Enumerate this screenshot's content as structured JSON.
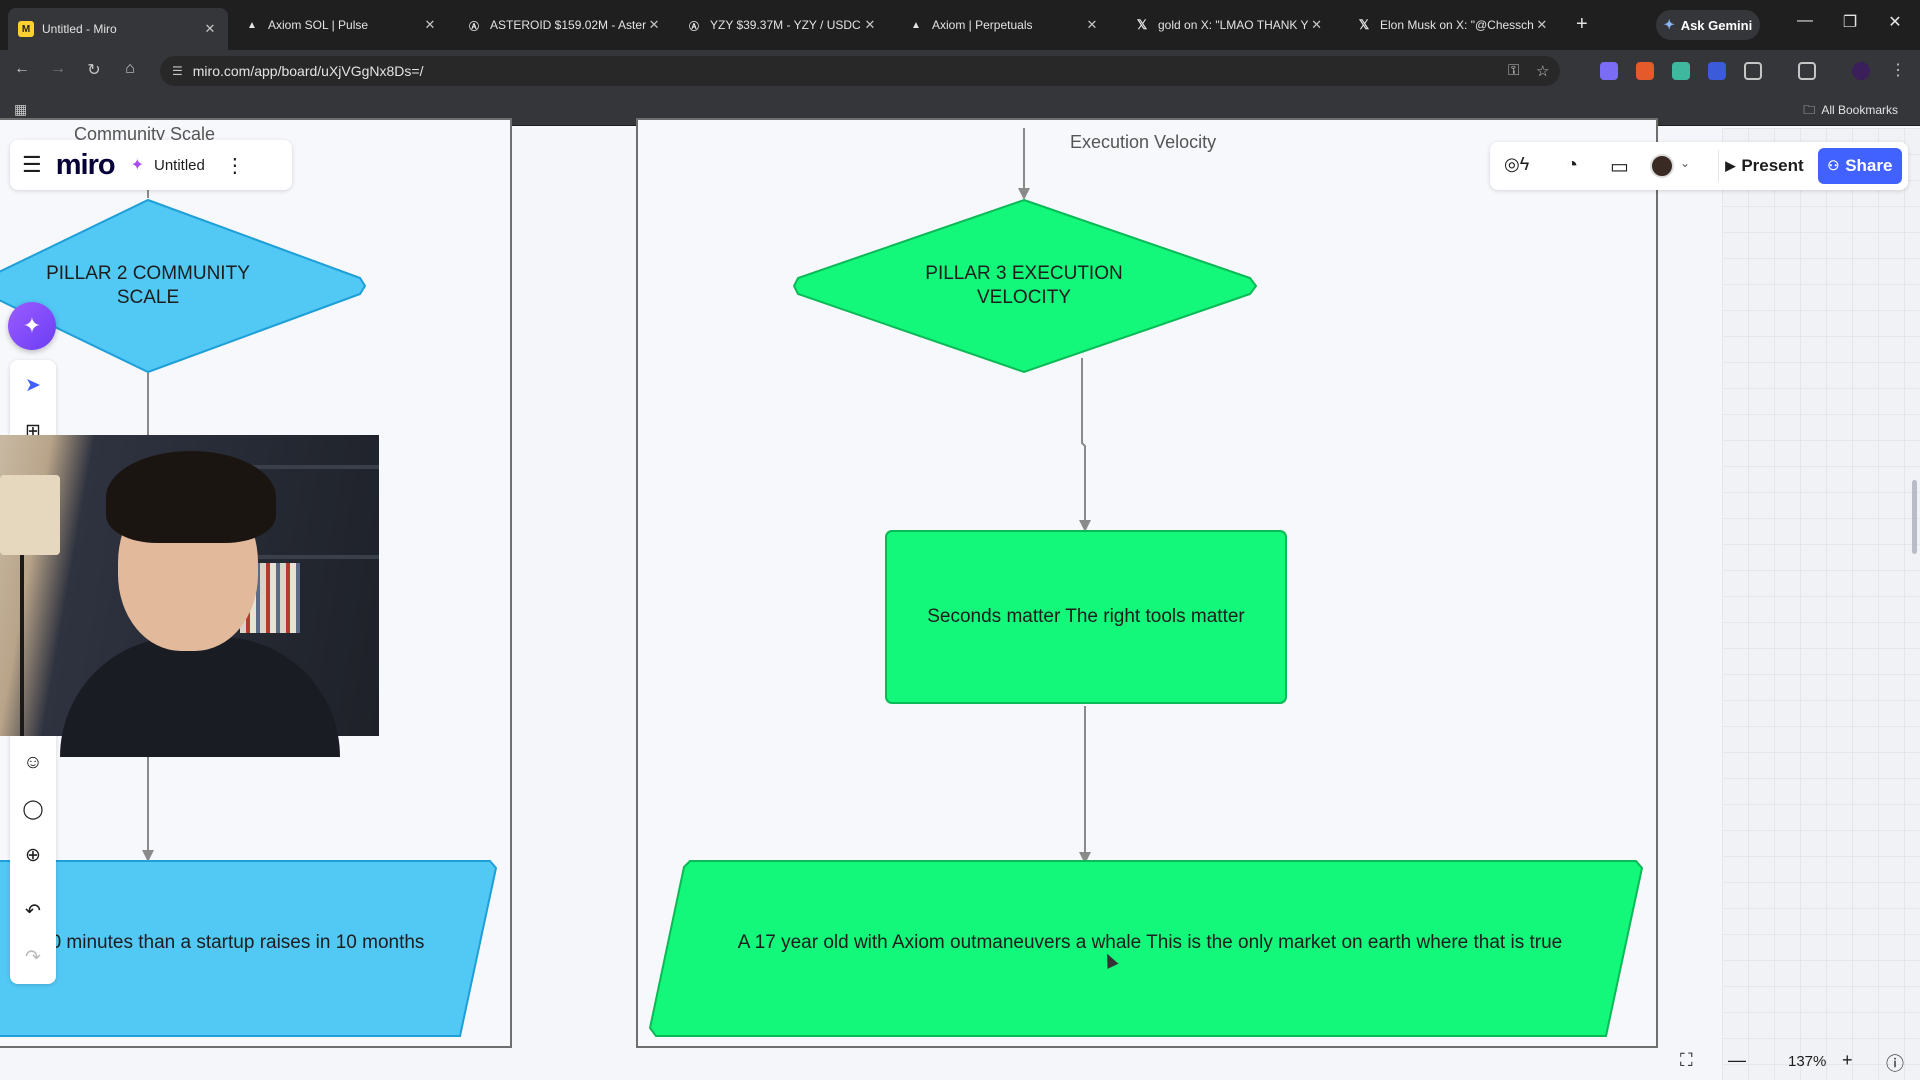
{
  "browser": {
    "tabs": [
      {
        "title": "Untitled - Miro",
        "active": true,
        "favicon": "miro-icon",
        "color": "#ffd02f"
      },
      {
        "title": "Axiom SOL | Pulse",
        "active": false,
        "favicon": "axiom-icon",
        "color": "#e3e3e3"
      },
      {
        "title": "ASTEROID $159.02M - Aster",
        "active": false,
        "favicon": "axiom-icon",
        "color": "#e3e3e3"
      },
      {
        "title": "YZY $39.37M - YZY / USDC",
        "active": false,
        "favicon": "axiom-icon",
        "color": "#e3e3e3"
      },
      {
        "title": "Axiom | Perpetuals",
        "active": false,
        "favicon": "axiom-icon",
        "color": "#e3e3e3"
      },
      {
        "title": "gold on X: \"LMAO THANK Y",
        "active": false,
        "favicon": "x-icon",
        "color": "#e3e3e3"
      },
      {
        "title": "Elon Musk on X: \"@Chessch",
        "active": false,
        "favicon": "x-icon",
        "color": "#e3e3e3"
      }
    ],
    "gemini_label": "Ask Gemini",
    "url": "miro.com/app/board/uXjVGgNx8Ds=/",
    "all_bookmarks": "All Bookmarks"
  },
  "miro": {
    "logo": "miro",
    "board_name": "Untitled",
    "present_label": "Present",
    "share_label": "Share",
    "zoom_level": "137%",
    "accent_color": "#4262ff"
  },
  "diagram": {
    "pillar2_frame_label": "Community Scale",
    "pillar3_frame_label": "Execution Velocity",
    "pillar2_decision": "PILLAR 2 COMMUNITY SCALE",
    "pillar2_data": "10 minutes than a startup raises in 10 months",
    "pillar3_decision": "PILLAR 3 EXECUTION VELOCITY",
    "pillar3_process": "Seconds matter The right tools matter",
    "pillar3_data": "A 17 year old with Axiom outmaneuvers a whale This is the only market on earth where that is true",
    "pillar2_color": "#52c8f5",
    "pillar3_color": "#13f77a"
  }
}
